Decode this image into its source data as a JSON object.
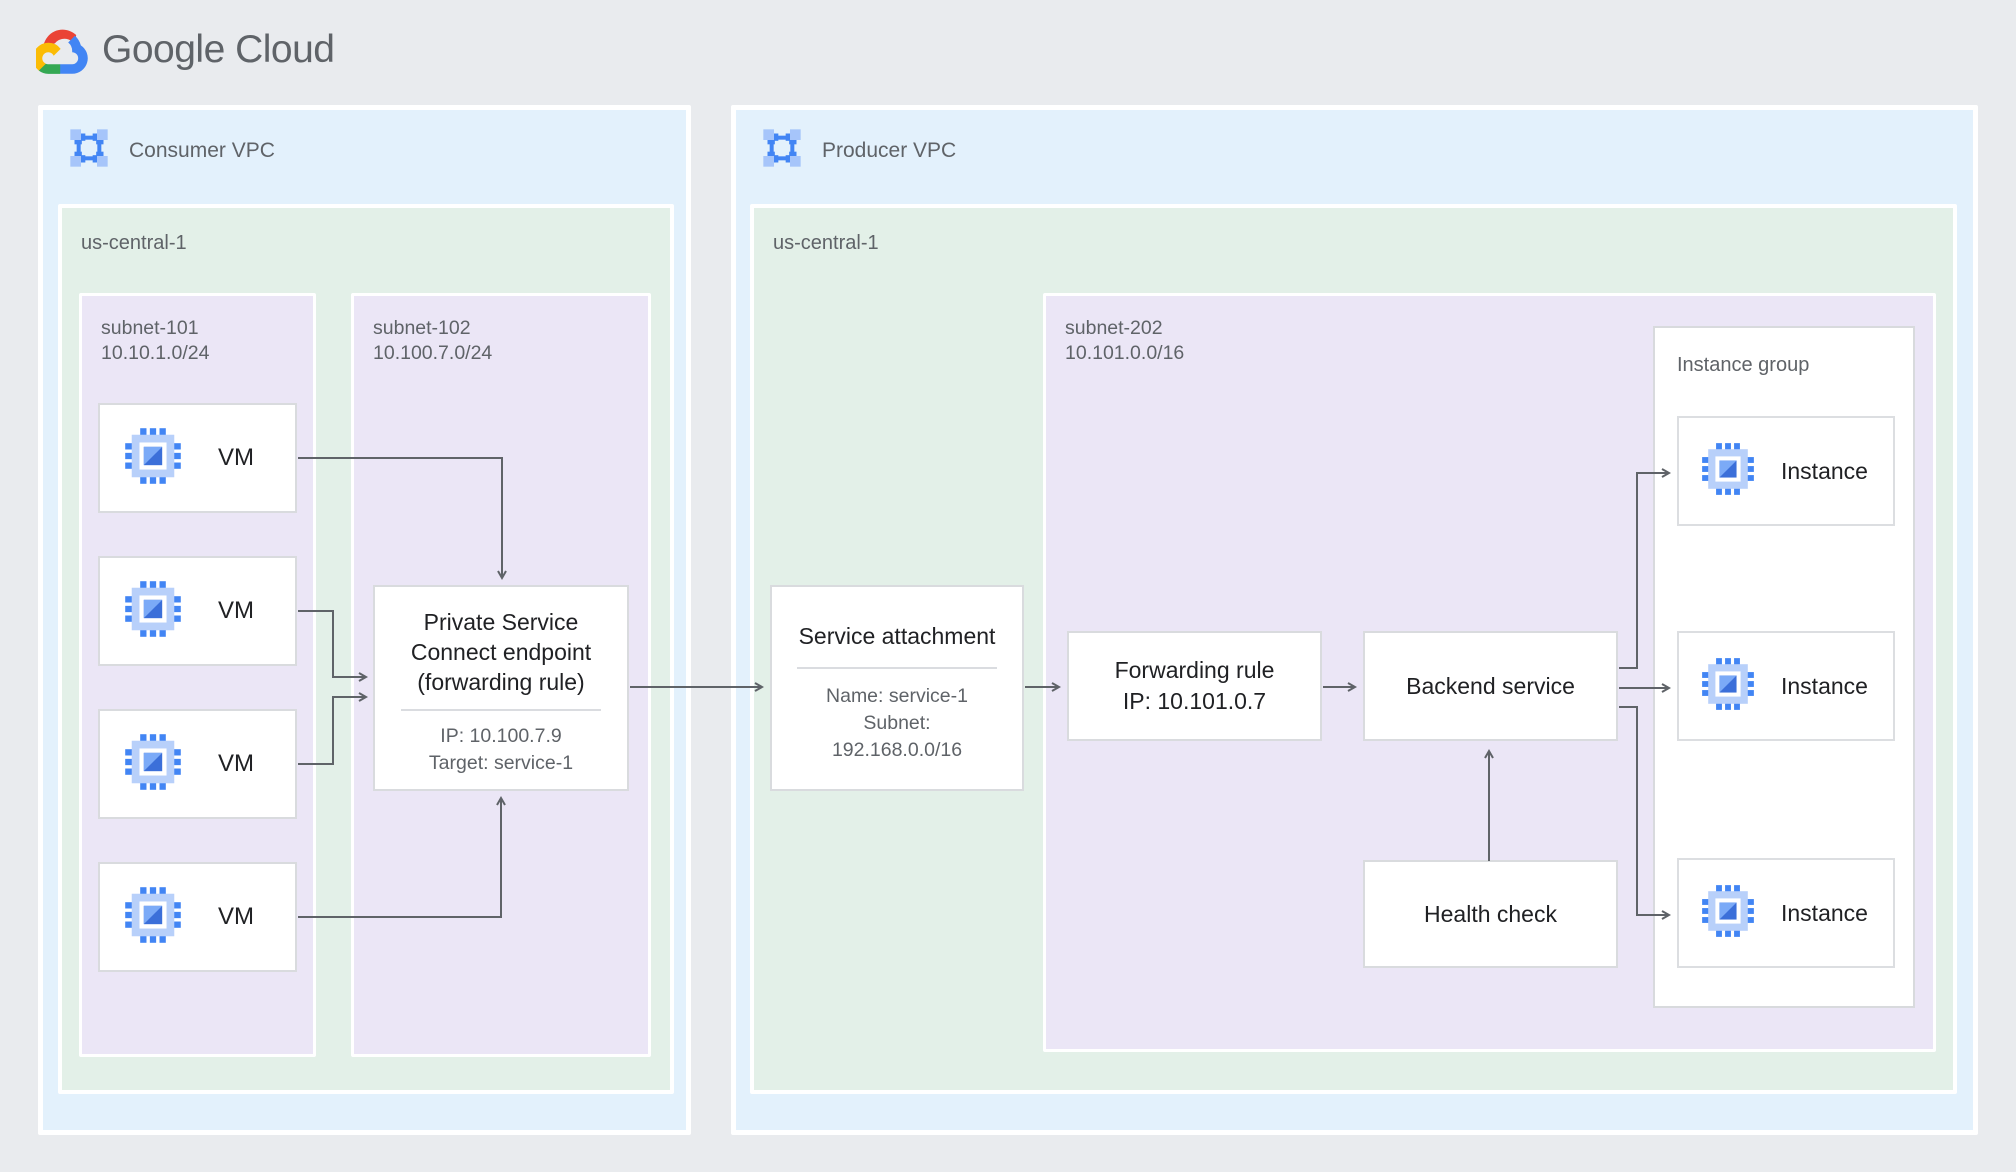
{
  "page": {
    "logo_text": "Google Cloud"
  },
  "consumer_vpc": {
    "label": "Consumer VPC",
    "region": {
      "label": "us-central-1",
      "subnet_101": {
        "name": "subnet-101",
        "cidr": "10.10.1.0/24",
        "vms": [
          {
            "label": "VM"
          },
          {
            "label": "VM"
          },
          {
            "label": "VM"
          },
          {
            "label": "VM"
          }
        ]
      },
      "subnet_102": {
        "name": "subnet-102",
        "cidr": "10.100.7.0/24",
        "psc_endpoint": {
          "title_lines": [
            "Private Service",
            "Connect endpoint",
            "(forwarding rule)"
          ],
          "details": [
            "IP: 10.100.7.9",
            "Target: service-1"
          ]
        }
      }
    }
  },
  "producer_vpc": {
    "label": "Producer VPC",
    "region": {
      "label": "us-central-1",
      "service_attachment": {
        "title": "Service attachment",
        "details": [
          "Name: service-1",
          "Subnet:",
          "192.168.0.0/16"
        ]
      },
      "subnet_202": {
        "name": "subnet-202",
        "cidr": "10.101.0.0/16",
        "forwarding_rule": {
          "lines": [
            "Forwarding rule",
            "IP: 10.101.0.7"
          ]
        },
        "backend_service": {
          "label": "Backend service"
        },
        "health_check": {
          "label": "Health check"
        },
        "instance_group": {
          "label": "Instance group",
          "instances": [
            {
              "label": "Instance"
            },
            {
              "label": "Instance"
            },
            {
              "label": "Instance"
            }
          ]
        }
      }
    }
  },
  "colors": {
    "page_bg": "#e9ebee",
    "vpc_bg": "#e3f1fc",
    "region_bg": "#e3f0e8",
    "subnet_bg": "#ebe6f6",
    "node_border": "#dadce0",
    "arrow": "#5f6368",
    "text_dark": "#202124",
    "text_gray": "#5f6368",
    "icon_blue": "#4285F4",
    "icon_blue_light": "#AECBFA",
    "logo_red": "#EA4335",
    "logo_blue": "#4285F4",
    "logo_green": "#34A853",
    "logo_yellow": "#FBBC05"
  }
}
